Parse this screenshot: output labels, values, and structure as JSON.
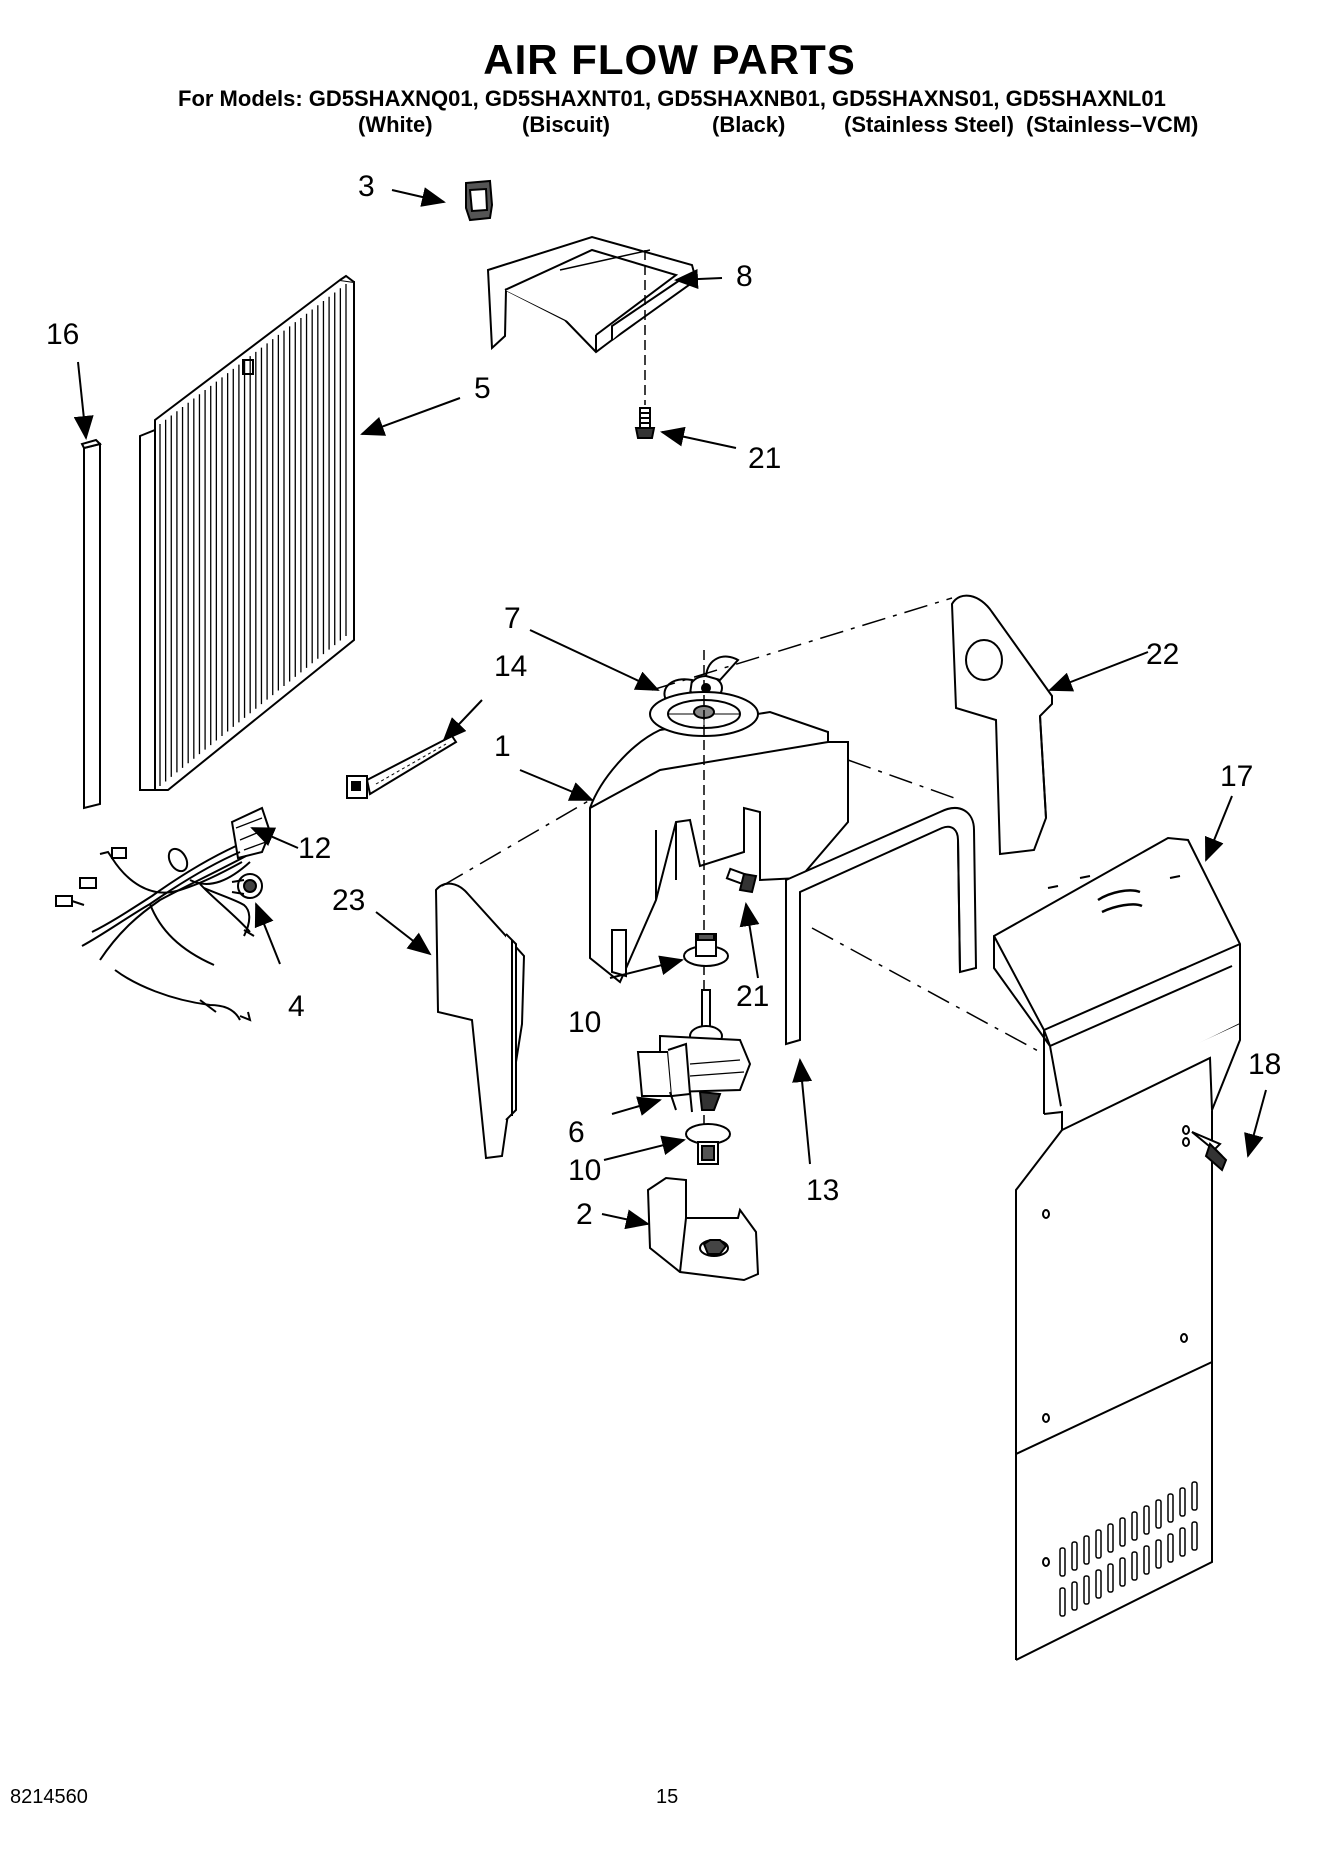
{
  "header": {
    "title": "AIR FLOW PARTS",
    "models_line": "For Models: GD5SHAXNQ01, GD5SHAXNT01, GD5SHAXNB01, GD5SHAXNS01, GD5SHAXNL01",
    "colors": [
      "(White)",
      "(Biscuit)",
      "(Black)",
      "(Stainless Steel)",
      "(Stainless–VCM)"
    ]
  },
  "callouts": [
    "1",
    "2",
    "3",
    "4",
    "5",
    "6",
    "7",
    "8",
    "10",
    "10",
    "12",
    "13",
    "14",
    "16",
    "17",
    "18",
    "21",
    "21",
    "22",
    "23"
  ],
  "footer": {
    "part_number": "8214560",
    "page_number": "15"
  }
}
